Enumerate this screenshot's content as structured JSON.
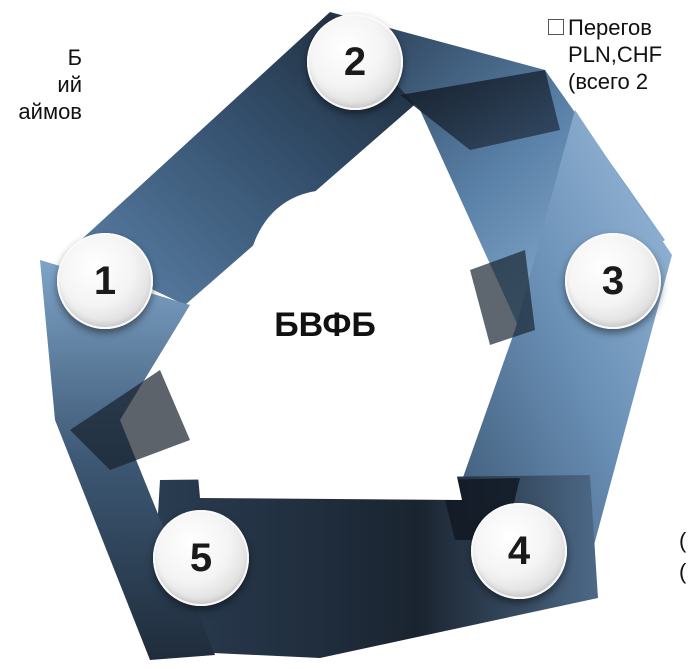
{
  "center_label": "БВФБ",
  "badges": [
    "1",
    "2",
    "3",
    "4",
    "5"
  ],
  "left_text": [
    "Б",
    "ий",
    "аймов"
  ],
  "right_text": [
    "Перегов",
    "PLN,CHF",
    "(всего 2"
  ],
  "bottom_right_text": [
    "(",
    "("
  ],
  "colors": {
    "ribbon_dark": "#1d2a38",
    "ribbon_mid": "#3f5b78",
    "ribbon_light": "#8eb2d4",
    "badge_face": "#f4f4f4"
  }
}
